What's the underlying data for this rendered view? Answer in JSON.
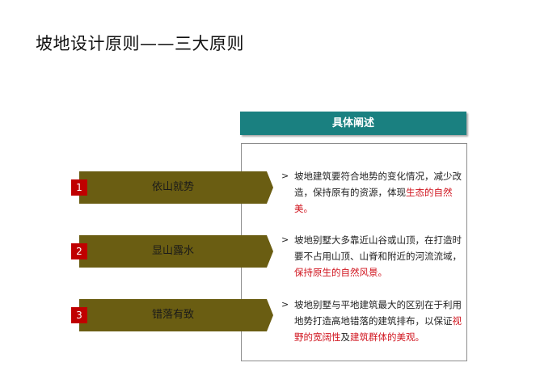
{
  "title": "坡地设计原则——三大原则",
  "desc_header": "具体阐述",
  "colors": {
    "teal": "#1a8080",
    "olive": "#6a5d12",
    "badge_red": "#c00000",
    "highlight_red": "#d0141e"
  },
  "principles": [
    {
      "num": "1",
      "label": "依山就势"
    },
    {
      "num": "2",
      "label": "显山露水"
    },
    {
      "num": "3",
      "label": "错落有致"
    }
  ],
  "details": [
    {
      "marker": ">",
      "parts": [
        {
          "t": "坡地建筑要符合地势的变化情况，减少改造，保持原有的资源，体现",
          "red": false
        },
        {
          "t": "生态的自然美。",
          "red": true
        }
      ]
    },
    {
      "marker": ">",
      "parts": [
        {
          "t": "坡地别墅大多靠近山谷或山顶，在打造时要不占用山顶、山脊和附近的河流流域，",
          "red": false
        },
        {
          "t": "保持原生的自然风景。",
          "red": true
        }
      ]
    },
    {
      "marker": ">",
      "parts": [
        {
          "t": "坡地别墅与平地建筑最大的区别在于利用地势打造高地错落的建筑排布，以保证",
          "red": false
        },
        {
          "t": "视野的宽阔性",
          "red": true
        },
        {
          "t": "及",
          "red": false
        },
        {
          "t": "建筑群体的美观。",
          "red": true
        }
      ]
    }
  ]
}
